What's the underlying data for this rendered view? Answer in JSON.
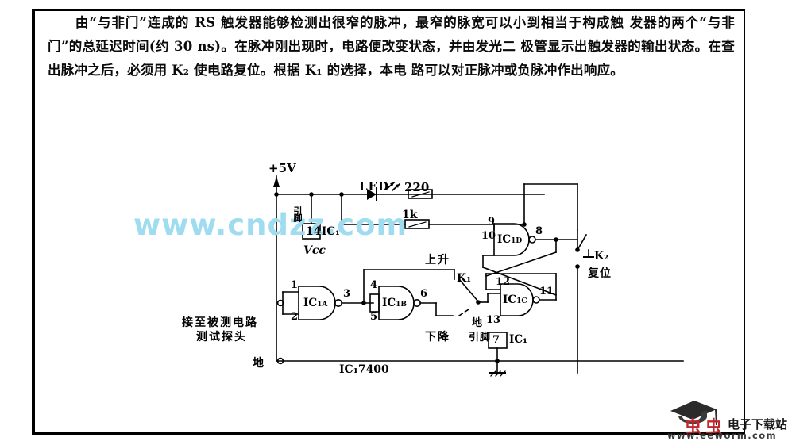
{
  "document": {
    "paragraph_lines": [
      "由“与非门”连成的 RS 触发器能够检测出很窄的脉冲，最窄的脉宽可以小到相当于构成触",
      "发器的两个“与非门”的总延迟时间(约 30 ns)。在脉冲刚出现时，电路便改变状态，并由发光二",
      "极管显示出触发器的输出状态。在查出脉冲之后，必须用 K₂ 使电路复位。根据 K₁ 的选择，本电",
      "路可以对正脉冲或负脉冲作出响应。"
    ]
  },
  "watermark": {
    "text": "www.cndzz.com",
    "color": "#9fdcef"
  },
  "circuit": {
    "supply_label": "+5V",
    "led_label": "LED",
    "resistor_220": "220",
    "resistor_1k": "1k",
    "ic_package": "IC₁7400",
    "vcc_pin_prefix": "引脚",
    "vcc_pin_number": "14",
    "vcc_pin_ic": "IC₁",
    "vcc_label": "Vcc",
    "gnd_pin_prefix": "引脚",
    "gnd_pin_number": "7",
    "gnd_pin_ic": "IC₁",
    "gnd_pin_cn": "地",
    "probe_line1": "接至被测电路",
    "probe_line2": "测试探头",
    "ground_label": "地",
    "k1_label": "K₁",
    "k1_pos_up": "上升",
    "k1_pos_down": "下降",
    "k2_label": "K₂",
    "k2_function": "复位",
    "gates": [
      {
        "name": "IC",
        "sub": "1A",
        "inputs": [
          "1",
          "2"
        ],
        "output": "3"
      },
      {
        "name": "IC",
        "sub": "1B",
        "inputs": [
          "4",
          "5"
        ],
        "output": "6"
      },
      {
        "name": "IC",
        "sub": "1C",
        "inputs": [
          "12",
          "13"
        ],
        "output": "11"
      },
      {
        "name": "IC",
        "sub": "1D",
        "inputs": [
          "9",
          "10"
        ],
        "output": "8"
      }
    ]
  },
  "logo": {
    "mark_left": "虫",
    "mark_right": "虫",
    "name": "电子下载站",
    "url": "www.eeworm.com",
    "mark_color": "#c0282d"
  }
}
